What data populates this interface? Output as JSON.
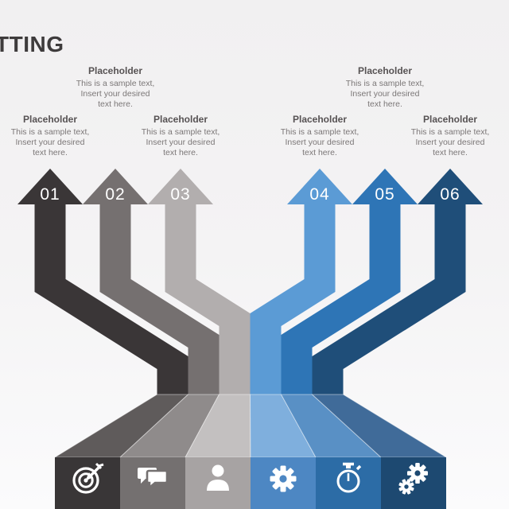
{
  "title": "TTING",
  "colors": {
    "background_top": "#f1f0f1",
    "background_bottom": "#fbfbfc",
    "title_color": "#3e3b3c",
    "heading_color": "#565253",
    "body_color": "#7b7777",
    "number_color": "#ffffff"
  },
  "steps": [
    {
      "number": "01",
      "heading": "Placeholder",
      "body": "This is a sample text,\nInsert your desired\ntext here.",
      "icon": "target-icon",
      "color": "#3a3637",
      "block_color": "#393637",
      "floor_color": "#5f5b5b"
    },
    {
      "number": "02",
      "heading": "Placeholder",
      "body": "This is a sample text,\nInsert your desired\ntext here.",
      "icon": "chat-icon",
      "color": "#757070",
      "block_color": "#747070",
      "floor_color": "#8f8b8b"
    },
    {
      "number": "03",
      "heading": "Placeholder",
      "body": "This is a sample text,\nInsert your desired\ntext here.",
      "icon": "person-icon",
      "color": "#b2aeae",
      "block_color": "#a7a3a3",
      "floor_color": "#c3c0c0"
    },
    {
      "number": "04",
      "heading": "Placeholder",
      "body": "This is a sample text,\nInsert your desired\ntext here.",
      "icon": "gear-icon",
      "color": "#5b9bd5",
      "block_color": "#4d87c3",
      "floor_color": "#7fafdd"
    },
    {
      "number": "05",
      "heading": "Placeholder",
      "body": "This is a sample text,\nInsert your desired\ntext here.",
      "icon": "stopwatch-icon",
      "color": "#2e75b6",
      "block_color": "#2c6ca6",
      "floor_color": "#5990c5"
    },
    {
      "number": "06",
      "heading": "Placeholder",
      "body": "This is a sample text,\nInsert your desired\ntext here.",
      "icon": "gears-icon",
      "color": "#1f4e79",
      "block_color": "#1d4971",
      "floor_color": "#406b99"
    }
  ]
}
